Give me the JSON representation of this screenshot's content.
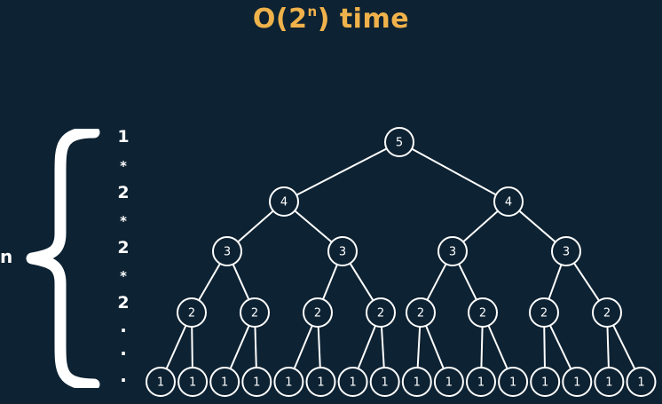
{
  "title": {
    "prefix": "O(2",
    "exponent": "n",
    "suffix": ") time"
  },
  "side_label": "n",
  "factors": [
    "1",
    "*",
    "2",
    "*",
    "2",
    "*",
    "2",
    ".",
    ".",
    "."
  ],
  "tree": {
    "levels": [
      [
        "5"
      ],
      [
        "4",
        "4"
      ],
      [
        "3",
        "3",
        "3",
        "3"
      ],
      [
        "2",
        "2",
        "2",
        "2",
        "2",
        "2",
        "2",
        "2"
      ],
      [
        "1",
        "1",
        "1",
        "1",
        "1",
        "1",
        "1",
        "1",
        "1",
        "1",
        "1",
        "1",
        "1",
        "1",
        "1",
        "1"
      ]
    ]
  },
  "colors": {
    "background": "#0d2232",
    "title": "#f0b24b",
    "node_fill": "#0d2232",
    "node_stroke": "#ffffff",
    "edge": "#ffffff"
  }
}
